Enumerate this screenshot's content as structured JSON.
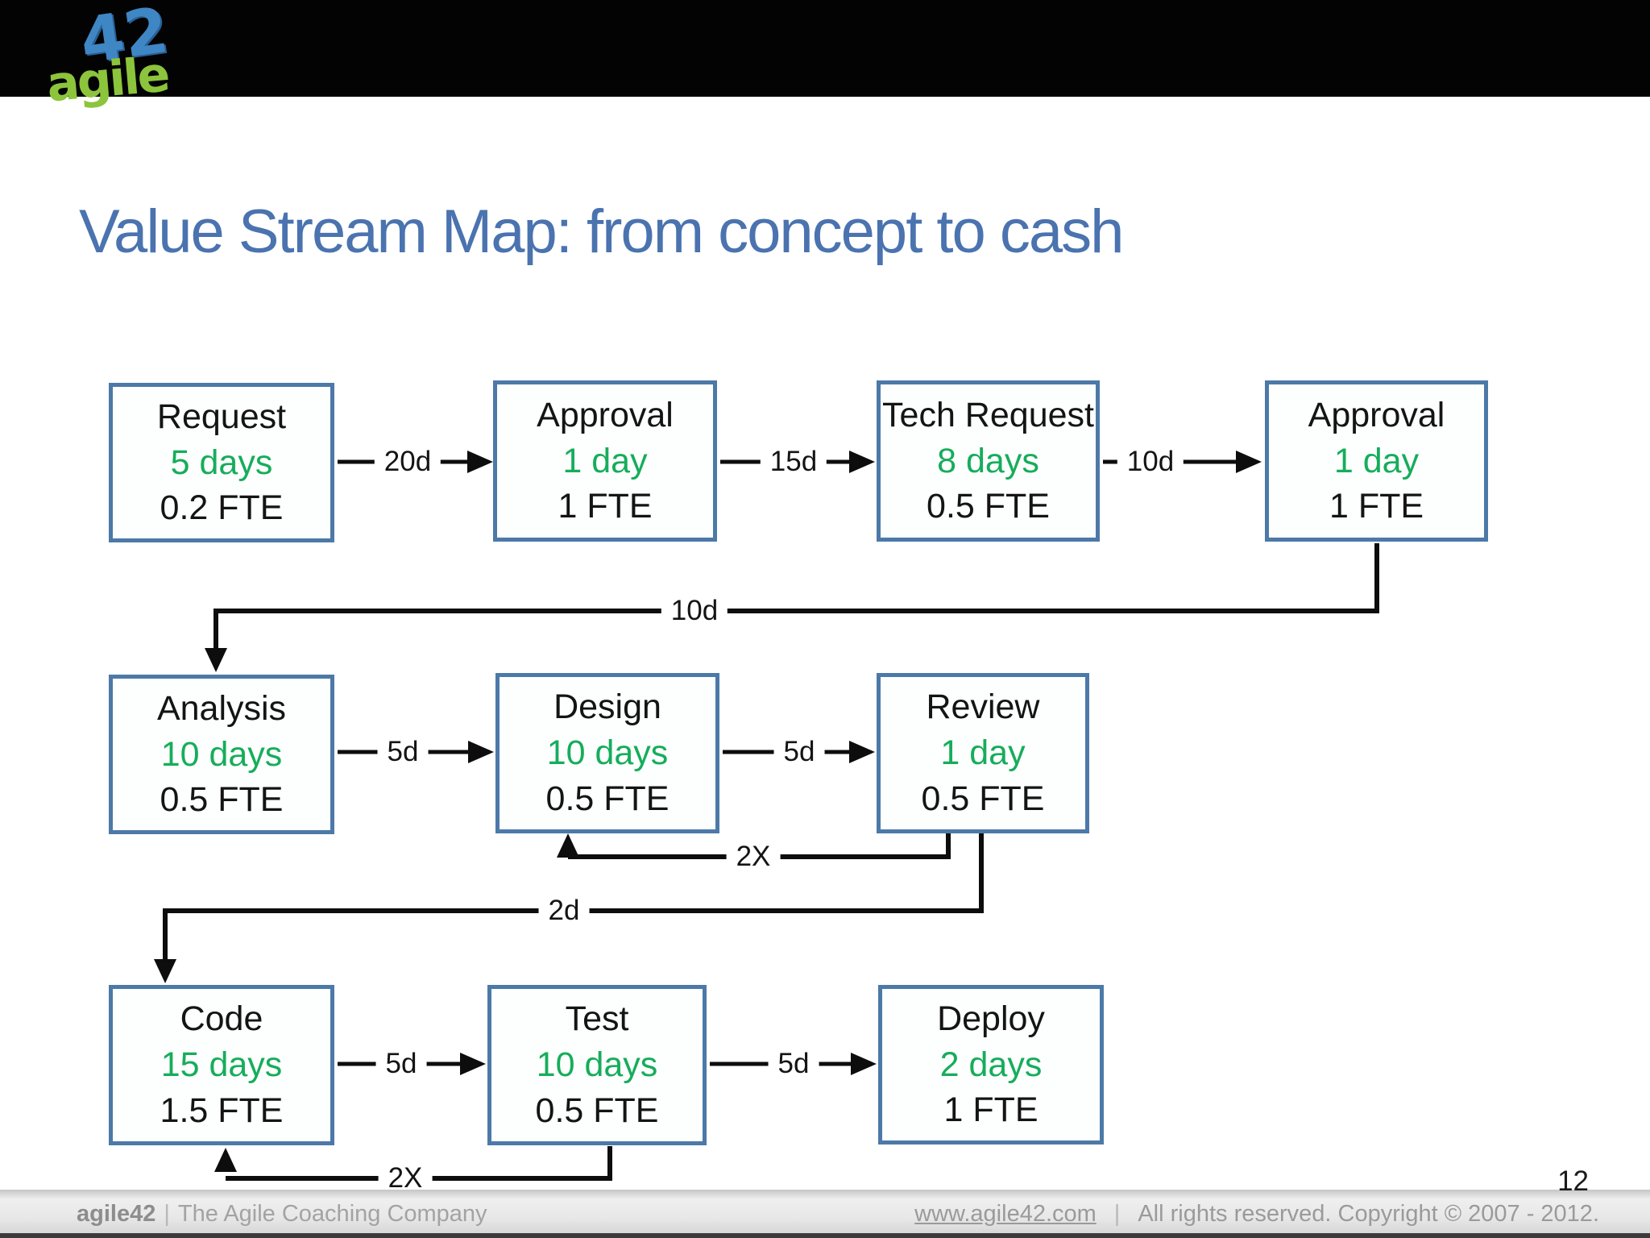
{
  "slide": {
    "title": "Value Stream Map: from concept to cash",
    "page_number": "12"
  },
  "logo": {
    "number": "42",
    "word": "agile"
  },
  "colors": {
    "accent_box_border": "#4c79a8",
    "title_blue": "#4a73af",
    "duration_green": "#16ad5b",
    "arrow_black": "#0d0d0d",
    "topbar_black": "#030303"
  },
  "boxes": [
    {
      "id": "request",
      "title": "Request",
      "duration": "5 days",
      "fte": "0.2 FTE"
    },
    {
      "id": "approval-1",
      "title": "Approval",
      "duration": "1 day",
      "fte": "1 FTE"
    },
    {
      "id": "tech-request",
      "title": "Tech Request",
      "duration": "8 days",
      "fte": "0.5 FTE"
    },
    {
      "id": "approval-2",
      "title": "Approval",
      "duration": "1 day",
      "fte": "1 FTE"
    },
    {
      "id": "analysis",
      "title": "Analysis",
      "duration": "10 days",
      "fte": "0.5 FTE"
    },
    {
      "id": "design",
      "title": "Design",
      "duration": "10 days",
      "fte": "0.5 FTE"
    },
    {
      "id": "review",
      "title": "Review",
      "duration": "1 day",
      "fte": "0.5 FTE"
    },
    {
      "id": "code",
      "title": "Code",
      "duration": "15 days",
      "fte": "1.5 FTE"
    },
    {
      "id": "test",
      "title": "Test",
      "duration": "10 days",
      "fte": "0.5 FTE"
    },
    {
      "id": "deploy",
      "title": "Deploy",
      "duration": "2 days",
      "fte": "1 FTE"
    }
  ],
  "connectors": {
    "request_to_approval1": "20d",
    "approval1_to_techrequest": "15d",
    "techrequest_to_approval2": "10d",
    "approval2_to_analysis": "10d",
    "analysis_to_design": "5d",
    "design_to_review": "5d",
    "review_to_design_rework": "2X",
    "review_to_code": "2d",
    "code_to_test": "5d",
    "test_to_deploy": "5d",
    "test_to_code_rework": "2X"
  },
  "footer": {
    "brand": "agile42",
    "separator": "|",
    "tagline": "The Agile Coaching Company",
    "link": "www.agile42.com",
    "copyright": "All rights reserved. Copyright © 2007 - 2012."
  }
}
